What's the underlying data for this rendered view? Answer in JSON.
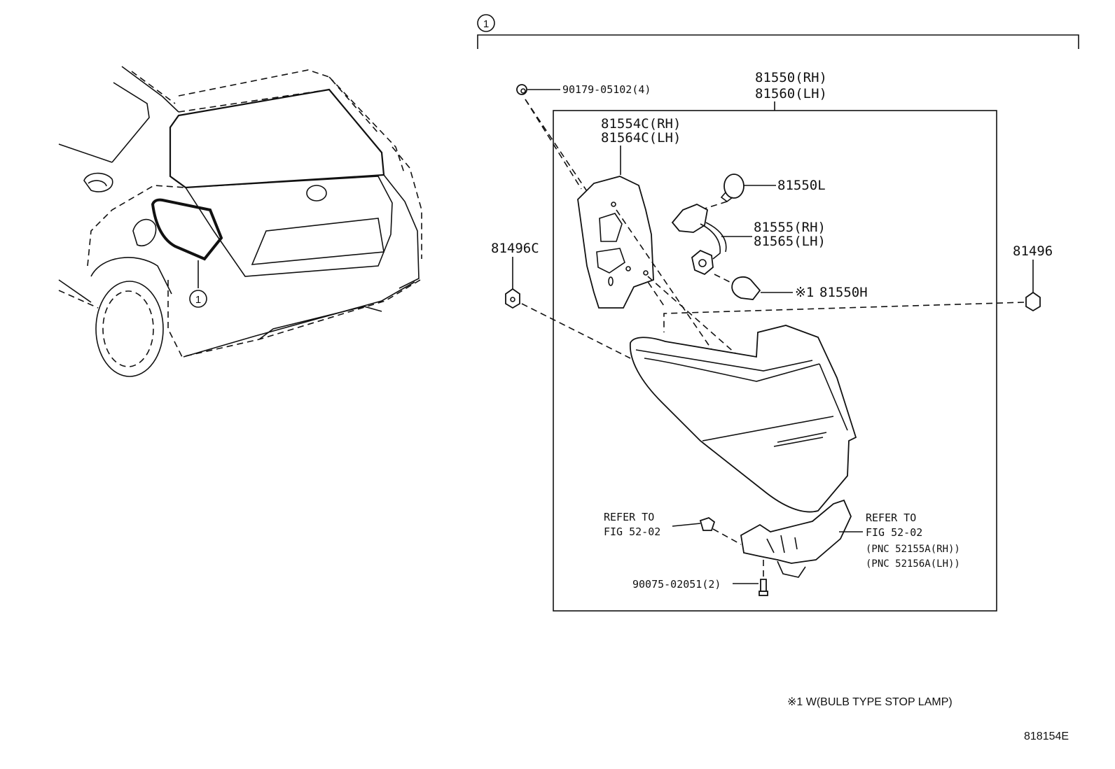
{
  "callout_symbol": "1",
  "parts": {
    "screw_top": "90179-05102(4)",
    "lamp_rh": "81550(RH)",
    "lamp_lh": "81560(LH)",
    "gasket_rh": "81554C(RH)",
    "gasket_lh": "81564C(LH)",
    "bulb_l": "81550L",
    "socket_rh": "81555(RH)",
    "socket_lh": "81565(LH)",
    "clip_left": "81496C",
    "clip_right": "81496",
    "bulb_h_mark": "※1",
    "bulb_h": "81550H",
    "refer_left_1": "REFER TO",
    "refer_left_2": "FIG 52-02",
    "refer_right_1": "REFER TO",
    "refer_right_2": "FIG 52-02",
    "pnc_rh": "(PNC 52155A(RH))",
    "pnc_lh": "(PNC 52156A(LH))",
    "screw_bottom": "90075-02051(2)"
  },
  "footnote": "※1 W(BULB TYPE STOP LAMP)",
  "figure_id": "818154E"
}
